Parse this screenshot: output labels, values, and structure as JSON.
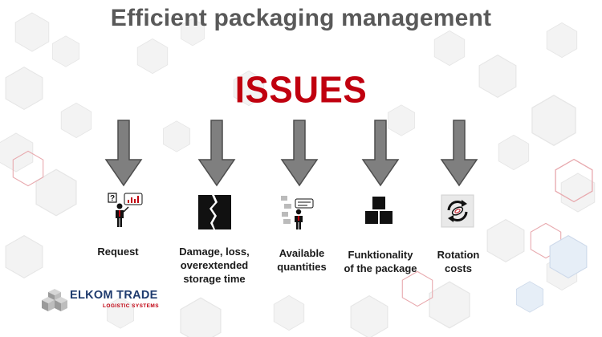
{
  "title": "Efficient packaging management",
  "heading": "ISSUES",
  "items": [
    {
      "label_lines": [
        "Request"
      ],
      "icon": "person-question-chart-icon"
    },
    {
      "label_lines": [
        "Damage, loss,",
        "overextended",
        "storage time"
      ],
      "icon": "broken-box-icon"
    },
    {
      "label_lines": [
        "Available",
        "quantities"
      ],
      "icon": "person-inventory-icon"
    },
    {
      "label_lines": [
        "Funktionality",
        "of the package"
      ],
      "icon": "stacked-boxes-icon"
    },
    {
      "label_lines": [
        "Rotation",
        "costs"
      ],
      "icon": "rotation-coin-icon"
    }
  ],
  "logo": {
    "name": "ELKOM TRADE",
    "subtitle": "LOGISTIC SYSTEMS"
  },
  "colors": {
    "title": "#595959",
    "heading": "#c0000f",
    "arrow": "#7f7f7f",
    "logo_blue": "#1f3b6e",
    "logo_red": "#c0000f"
  }
}
